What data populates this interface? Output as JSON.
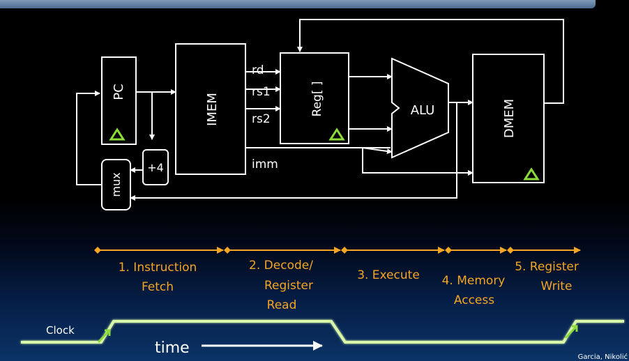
{
  "diagram": {
    "pc": "PC",
    "imem": "IMEM",
    "reg": "Reg[ ]",
    "alu": "ALU",
    "dmem": "DMEM",
    "mux": "mux",
    "plus4": "+4",
    "rd": "rd",
    "rs1": "rs1",
    "rs2": "rs2",
    "imm": "imm"
  },
  "stages": {
    "s1_line1": "1. Instruction",
    "s1_line2": "Fetch",
    "s2_line1": "2. Decode/",
    "s2_line2": "Register",
    "s2_line3": "Read",
    "s3": "3. Execute",
    "s4_line1": "4. Memory",
    "s4_line2": "Access",
    "s5_line1": "5. Register",
    "s5_line2": "Write"
  },
  "timing": {
    "clock_label": "Clock",
    "time_label": "time"
  },
  "footer": {
    "credit": "Garcia, Nikolić"
  },
  "colors": {
    "stage_orange": "#f5a623",
    "clock_green": "#c8f59a",
    "clock_edge_marker": "#8bdc3a"
  }
}
